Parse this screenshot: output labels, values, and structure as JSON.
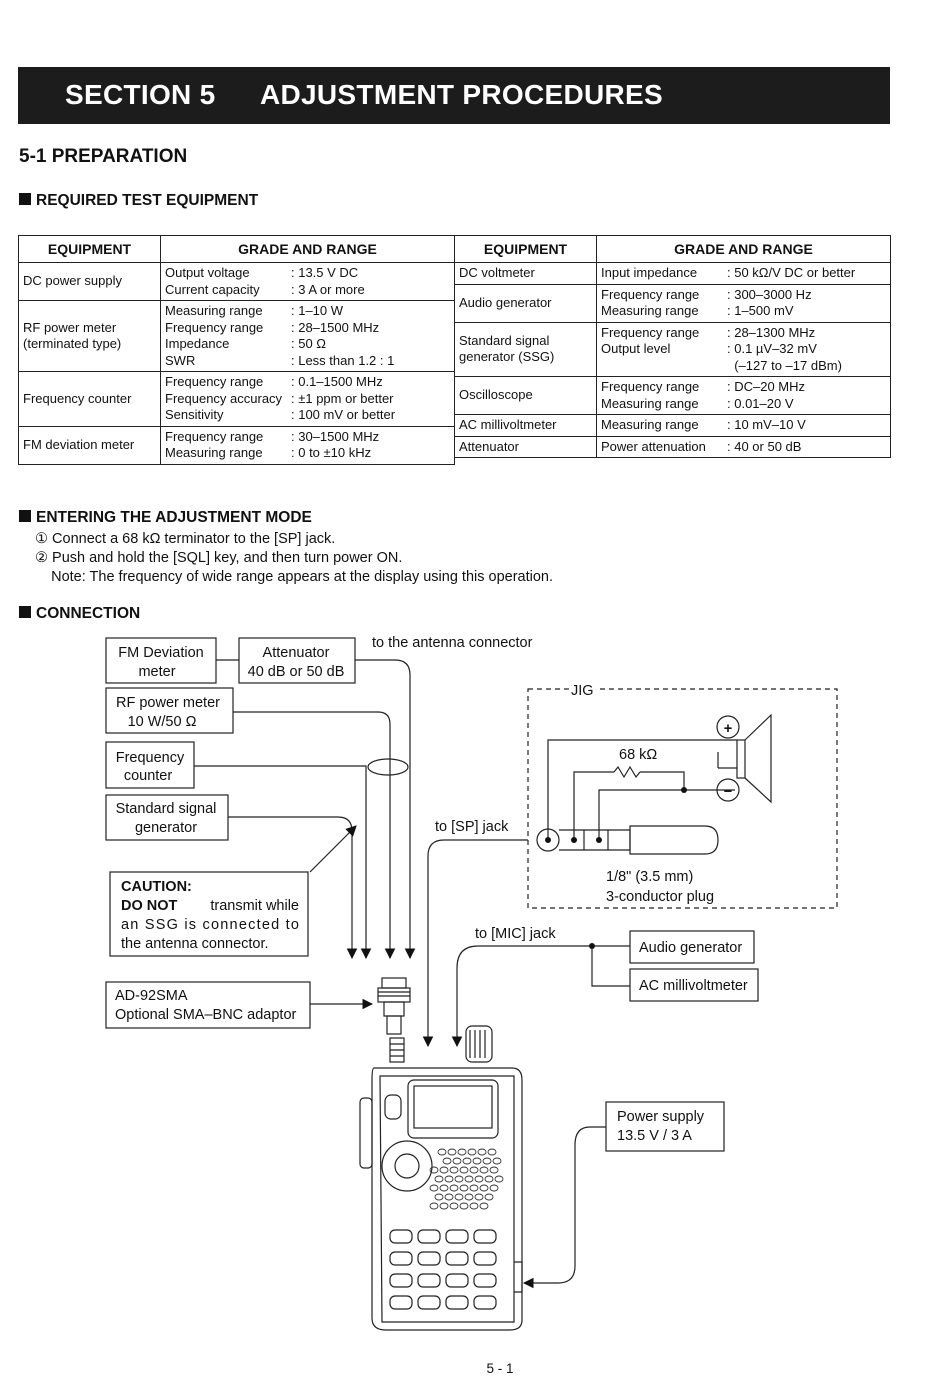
{
  "section": {
    "number": "SECTION 5",
    "title": "ADJUSTMENT PROCEDURES"
  },
  "subsection": "5-1 PREPARATION",
  "headings": {
    "equipment": "REQUIRED TEST EQUIPMENT",
    "mode": "ENTERING THE ADJUSTMENT MODE",
    "connection": "CONNECTION"
  },
  "table": {
    "headers": [
      "EQUIPMENT",
      "GRADE AND RANGE",
      "EQUIPMENT",
      "GRADE AND RANGE"
    ],
    "left": [
      {
        "name": "DC power supply",
        "specs": [
          [
            "Output voltage",
            ": 13.5 V DC"
          ],
          [
            "Current capacity",
            ": 3 A or more"
          ]
        ]
      },
      {
        "name": "RF power meter\n(terminated type)",
        "specs": [
          [
            "Measuring range",
            ": 1–10 W"
          ],
          [
            "Frequency range",
            ": 28–1500 MHz"
          ],
          [
            "Impedance",
            ": 50 Ω"
          ],
          [
            "SWR",
            ": Less than 1.2 : 1"
          ]
        ]
      },
      {
        "name": "Frequency counter",
        "specs": [
          [
            "Frequency range",
            ": 0.1–1500 MHz"
          ],
          [
            "Frequency accuracy",
            ": ±1 ppm or better"
          ],
          [
            "Sensitivity",
            ": 100 mV or better"
          ]
        ]
      },
      {
        "name": "FM deviation meter",
        "specs": [
          [
            "Frequency range",
            ": 30–1500 MHz"
          ],
          [
            "Measuring range",
            ": 0 to ±10 kHz"
          ]
        ]
      }
    ],
    "right": [
      {
        "name": "DC voltmeter",
        "specs": [
          [
            "Input impedance",
            ": 50 kΩ/V DC or better"
          ]
        ]
      },
      {
        "name": "Audio generator",
        "specs": [
          [
            "Frequency range",
            ": 300–3000 Hz"
          ],
          [
            "Measuring range",
            ": 1–500 mV"
          ]
        ]
      },
      {
        "name": "Standard signal\ngenerator (SSG)",
        "specs": [
          [
            "Frequency range",
            ": 28–1300 MHz"
          ],
          [
            "Output level",
            ": 0.1 µV–32 mV"
          ],
          [
            "",
            "  (–127 to –17 dBm)"
          ]
        ]
      },
      {
        "name": "Oscilloscope",
        "specs": [
          [
            "Frequency range",
            ": DC–20 MHz"
          ],
          [
            "Measuring range",
            ": 0.01–20 V"
          ]
        ]
      },
      {
        "name": "AC millivoltmeter",
        "specs": [
          [
            "Measuring range",
            ": 10 mV–10 V"
          ]
        ]
      },
      {
        "name": "Attenuator",
        "specs": [
          [
            "Power attenuation",
            ": 40 or 50 dB"
          ]
        ]
      }
    ]
  },
  "steps": [
    "① Connect a 68 kΩ terminator to the [SP] jack.",
    "② Push and hold the [SQL] key, and then turn power ON.",
    "    Note: The frequency of wide range appears at the display using this operation."
  ],
  "diagram": {
    "fm_deviation": [
      "FM Deviation",
      "meter"
    ],
    "attenuator": [
      "Attenuator",
      "40 dB or 50 dB"
    ],
    "antenna_label": "to the antenna connector",
    "rf_power": [
      "RF power meter",
      "10 W/50 Ω"
    ],
    "freq_counter": [
      "Frequency",
      "counter"
    ],
    "ssg": [
      "Standard signal",
      "generator"
    ],
    "jig": "JIG",
    "resistor": "68 kΩ",
    "plus": "+",
    "minus": "−",
    "sp_jack": "to [SP] jack",
    "plug": [
      "1/8\" (3.5 mm)",
      "3-conductor plug"
    ],
    "caution_title": "CAUTION:",
    "caution_bold": "DO NOT",
    "caution_lines": [
      "transmit while",
      "an SSG is connected to",
      "the antenna connector."
    ],
    "mic_jack": "to [MIC] jack",
    "audio_gen": "Audio generator",
    "ac_mv": "AC millivoltmeter",
    "adaptor": [
      "AD-92SMA",
      "Optional SMA–BNC adaptor"
    ],
    "power_supply": [
      "Power supply",
      "13.5 V / 3 A"
    ]
  },
  "page_number": "5 - 1"
}
